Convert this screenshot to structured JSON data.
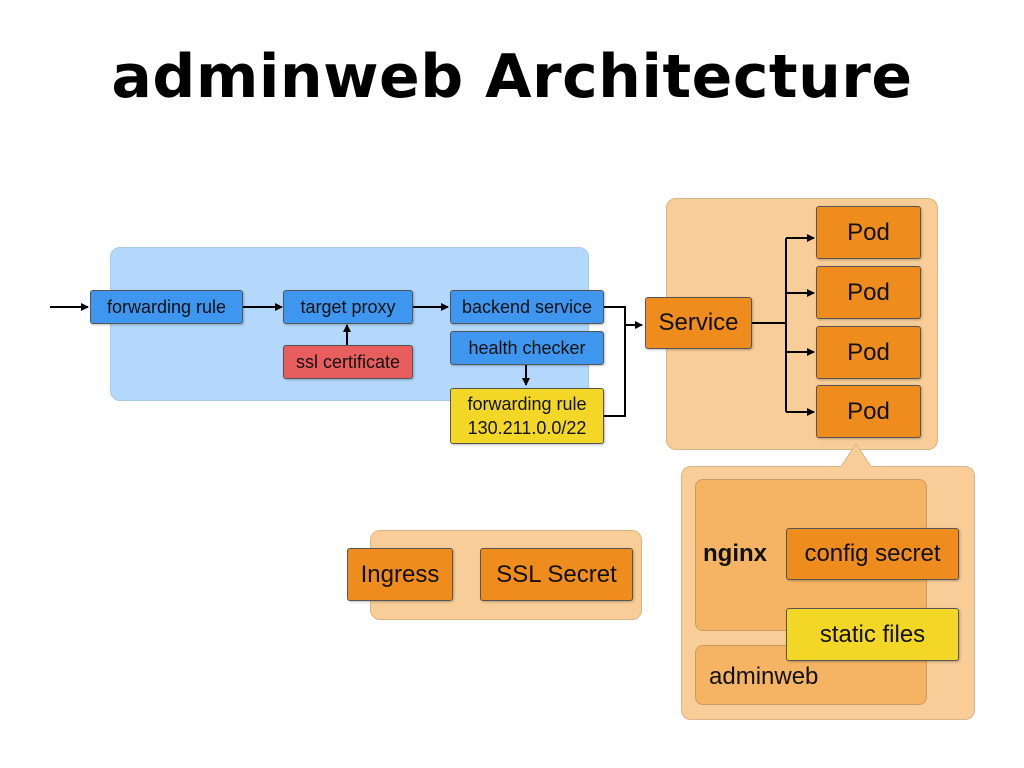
{
  "title": "adminweb Architecture",
  "gcp": {
    "forwarding_rule": "forwarding rule",
    "target_proxy": "target proxy",
    "ssl_certificate": "ssl certificate",
    "backend_service": "backend service",
    "health_checker": "health checker",
    "health_forwarding_rule_line1": "forwarding rule",
    "health_forwarding_rule_line2": "130.211.0.0/22"
  },
  "k8s": {
    "service": "Service",
    "pods": [
      "Pod",
      "Pod",
      "Pod",
      "Pod"
    ],
    "ingress": "Ingress",
    "ssl_secret": "SSL Secret"
  },
  "pod_detail": {
    "nginx": "nginx",
    "config_secret": "config secret",
    "static_files": "static files",
    "adminweb": "adminweb"
  },
  "colors": {
    "gcp_panel": "#b3d8fb",
    "k8s_panel": "#f8cd97",
    "blue_box": "#3f96ee",
    "red_box": "#e85d5d",
    "yellow_box": "#f3d726",
    "orange_box": "#ee8c1e"
  }
}
